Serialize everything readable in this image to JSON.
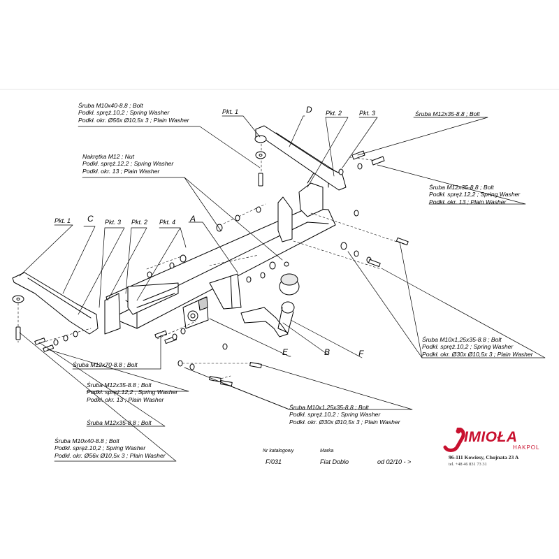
{
  "labels": {
    "bolt_m10x40_top": [
      "Śruba M10x40-8.8 ;  Bolt",
      "Podkł. spręż.10,2 ; Spring Washer",
      "Podkł. okr. Ø56x Ø10,5x 3 ; Plain Washer"
    ],
    "nut_m12": [
      "Nakrętka  M12 ; Nut",
      "Podkł. spręż.12,2 ; Spring Washer",
      "Podkł. okr. 13 ; Plain Washer"
    ],
    "bolt_m12x35_top": "Śruba M12x35-8.8 ;  Bolt",
    "bolt_m12x35_right": [
      "Śruba M12x35-8.8 ;  Bolt",
      "Podkł. spręż.12,2 ; Spring Washer",
      "Podkł. okr. 13 ; Plain Washer"
    ],
    "bolt_m10x125_right": [
      "Śruba M10x1,25x35-8.8 ;  Bolt",
      "Podkł. spręż.10,2 ; Spring Washer",
      "Podkł. okr. Ø30x Ø10,5x 3 ; Plain Washer"
    ],
    "bolt_m12x70": "Śruba M12x70-8.8 ;  Bolt",
    "bolt_m12x35_left": [
      "Śruba M12x35-8.8 ; Bolt",
      "Podkł. spręż.12,2 ; Spring Washer",
      "Podkł. okr. 13 ; Plain Washer"
    ],
    "bolt_m12x35_bottom": "Śruba M12x35-8.8 ;  Bolt",
    "bolt_m10x125_bottom": [
      "Śruba M10x1,25x35-8.8 ;  Bolt",
      "Podkł. spręż.10,2 ; Spring Washer",
      "Podkł. okr. Ø30x Ø10,5x 3 ; Plain Washer"
    ],
    "bolt_m10x40_bottom": [
      "Śruba M10x40-8.8 ;  Bolt",
      "Podkł. spręż.10,2 ; Spring Washer",
      "Podkł. okr. Ø56x Ø10,5x 3 ; Plain Washer"
    ]
  },
  "tags": {
    "pkt1_right": "Pkt. 1",
    "pkt2_right": "Pkt. 2",
    "pkt3_right": "Pkt. 3",
    "pkt1_left": "Pkt. 1",
    "pkt3_left": "Pkt. 3",
    "pkt2_left": "Pkt. 2",
    "pkt4": "Pkt. 4"
  },
  "letters": {
    "A": "A",
    "B": "B",
    "C": "C",
    "D": "D",
    "E": "E",
    "F": "F"
  },
  "catalog": {
    "nr_header": "Nr katalogowy",
    "nr_value": "F/031",
    "marka_header": "Marka",
    "marka_value": "Fiat Doblo",
    "od_value": "od  02/10 - >"
  },
  "brand": {
    "name": "IMIOŁA",
    "sub": "HAKPOL",
    "address": "96-111 Kowiesy, Chojnata 23 A",
    "tel": "tel. +48 46 831 73 31",
    "color": "#c8102e"
  }
}
